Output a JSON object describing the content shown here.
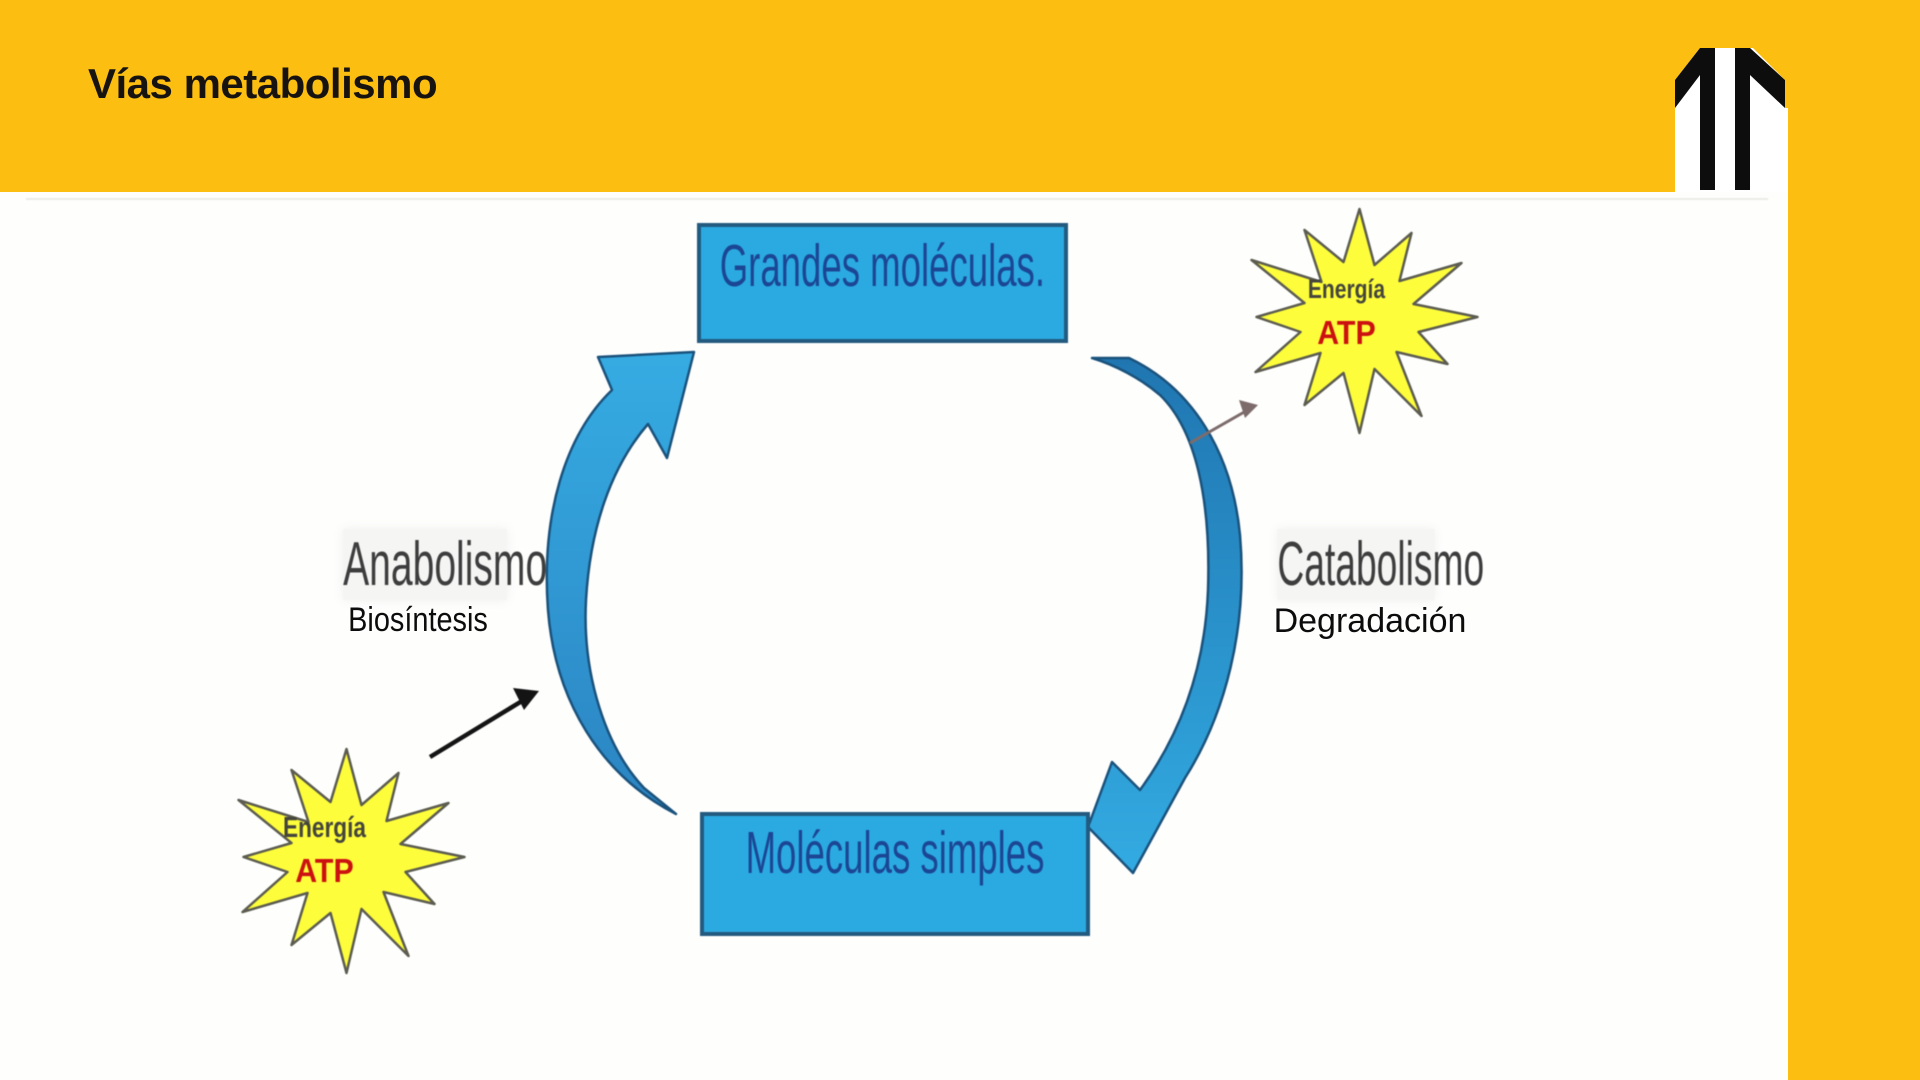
{
  "header": {
    "title": "Vías metabolismo",
    "background_color": "#FCBE11"
  },
  "logo": {
    "description": "double-up-arrow-logo",
    "color": "#0d0d0d"
  },
  "diagram": {
    "top_box_label": "Grandes moléculas.",
    "bottom_box_label": "Moléculas simples",
    "left_process": {
      "title": "Anabolismo",
      "subtitle": "Biosíntesis"
    },
    "right_process": {
      "title": "Catabolismo",
      "subtitle": "Degradación"
    },
    "energy_burst_top": {
      "line1": "Energía",
      "line2": "ATP"
    },
    "energy_burst_bottom": {
      "line1": "Energía",
      "line2": "ATP"
    },
    "colors": {
      "box_fill": "#2BAAE2",
      "box_border": "#225A80",
      "box_text": "#1B4694",
      "arrow_blue_light": "#36ACE3",
      "arrow_blue_dark": "#2076B1",
      "arrow_outline": "#1A527C",
      "star_fill": "#FDFD3B",
      "star_outline": "#5C5C50",
      "atp_red": "#CC1111",
      "label_gray": "#3D3D3D"
    }
  }
}
